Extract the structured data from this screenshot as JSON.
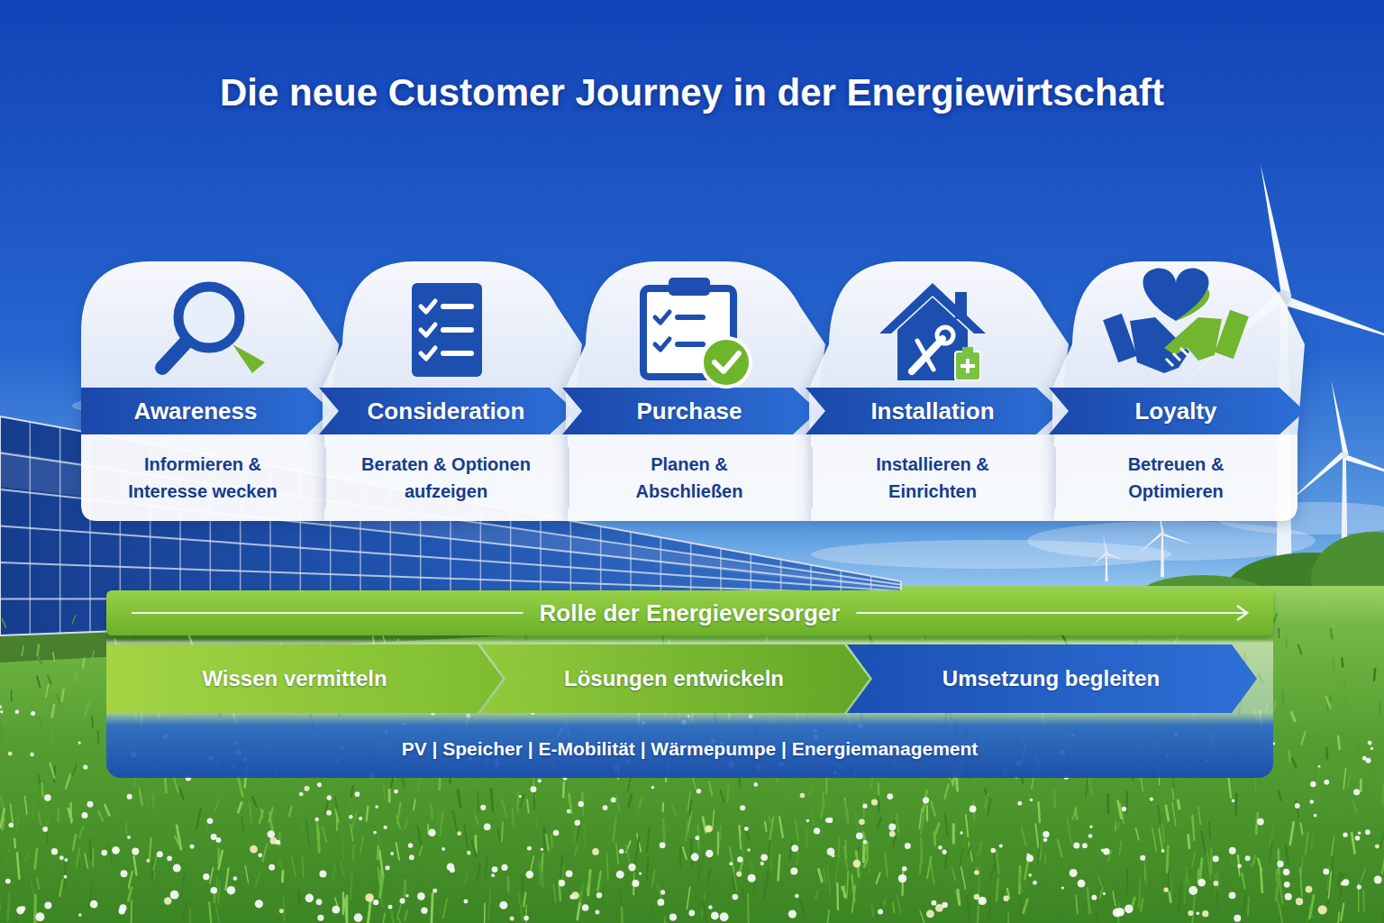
{
  "diagram": {
    "title": "Die neue Customer Journey in der Energiewirtschaft",
    "nodes": [
      {
        "text": [
          "Awareness",
          "Informieren & Interesse wecken"
        ]
      },
      {
        "text": [
          "Consideration",
          "Beraten & Optionen aufzeigen"
        ]
      },
      {
        "text": [
          "Purchase",
          "Planen & Abschließen"
        ]
      },
      {
        "text": [
          "Installation",
          "Installieren & Einrichten"
        ]
      },
      {
        "text": [
          "Loyalty",
          "Betreuen & Optimieren"
        ]
      },
      {
        "text": [
          "PV | Speicher | E-Mobilität | Wärmepumpe | Energiemanagement"
        ]
      },
      {
        "text": [
          "Rolle der Energieversorger"
        ],
        "in": 5
      },
      {
        "text": [
          "Wissen vermitteln"
        ],
        "in": 5
      },
      {
        "text": [
          "Lösungen entwickeln"
        ],
        "in": 5
      },
      {
        "text": [
          "Umsetzung begleiten"
        ],
        "in": 5
      }
    ]
  }
}
